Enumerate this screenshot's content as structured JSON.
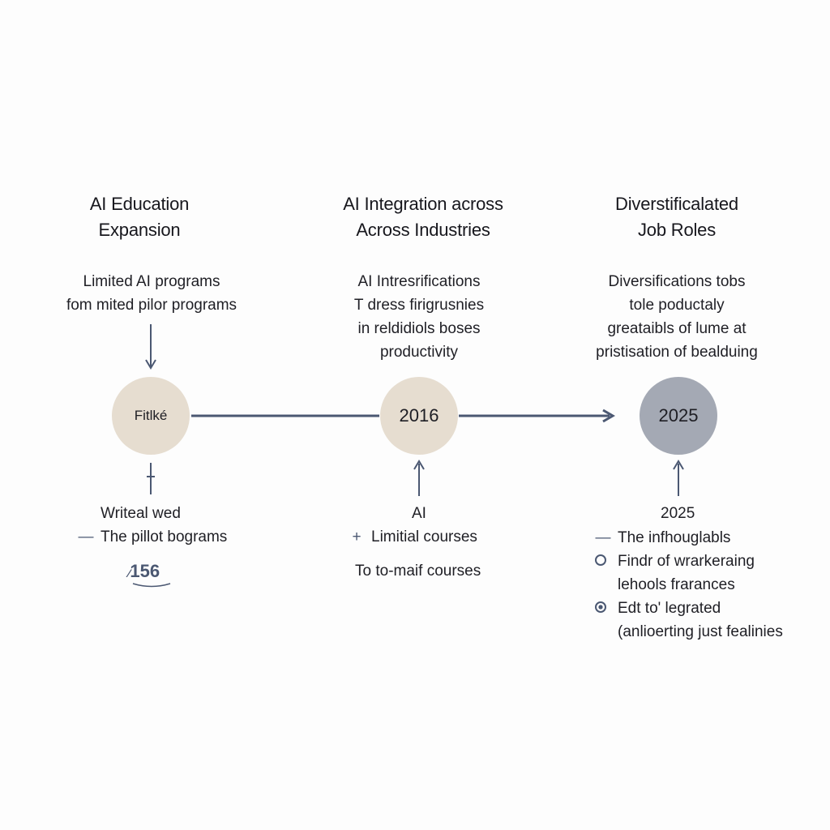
{
  "columns": [
    {
      "title_lines": [
        "AI Education",
        "Expansion"
      ],
      "desc_lines": [
        "Limited AI programs",
        "fom mited pilor programs"
      ],
      "node_label": "Fitlké",
      "lower_heading": "Writeal wed",
      "lower_items": [
        {
          "mark": "—",
          "text": "The pillot bograms"
        }
      ],
      "footnote": "156"
    },
    {
      "title_lines": [
        "AI Integration across",
        "Across Industries"
      ],
      "desc_lines": [
        "AI Intresrifications",
        "T dress firigrusnies",
        "in reldidiols boses",
        "productivity"
      ],
      "node_label": "2016",
      "lower_heading": "AI",
      "lower_items": [
        {
          "mark": "+",
          "text": "Limitial courses"
        }
      ],
      "lower_extra": "To to-maif courses"
    },
    {
      "title_lines": [
        "Diverstificalated",
        "Job Roles"
      ],
      "desc_lines": [
        "Diversifications tobs",
        "tole poductaly",
        "greataibls of lume at",
        "pristisation of bealduing"
      ],
      "node_label": "2025",
      "lower_heading": "2025",
      "lower_items": [
        {
          "mark": "—",
          "text": "The infhouglabls"
        },
        {
          "mark": "ring",
          "text": "Findr of wrarkeraing lehools frarances"
        },
        {
          "mark": "ring-filled",
          "text": "Edt to' legrated (anlioerting just fealinies"
        }
      ]
    }
  ],
  "colors": {
    "line": "#4b5872",
    "node1": "#e6ddd0",
    "node2": "#e6ddd0",
    "node3": "#a4a9b4"
  }
}
